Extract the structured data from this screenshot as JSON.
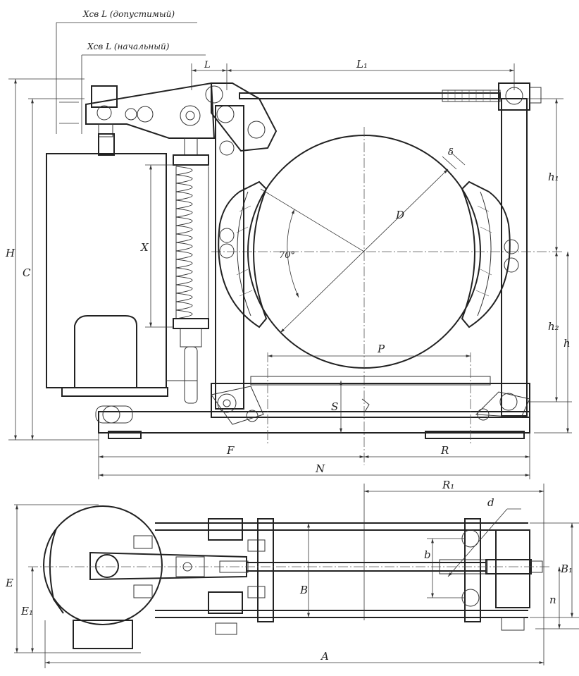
{
  "labels": {
    "stroke_allowed": "Хсв L (допустимый)",
    "stroke_initial": "Хсв L (начальный)",
    "L": "L",
    "L1": "L₁",
    "H": "H",
    "C": "C",
    "X": "X",
    "angle": "70°",
    "D": "D",
    "delta": "δ",
    "h1": "h₁",
    "h2": "h₂",
    "h": "h",
    "P": "P",
    "S": "S",
    "F": "F",
    "R": "R",
    "N": "N",
    "R1": "R₁",
    "d": "d",
    "b": "b",
    "B": "B",
    "B1": "B₁",
    "n": "n",
    "E": "E",
    "E1": "E₁",
    "A": "A"
  }
}
